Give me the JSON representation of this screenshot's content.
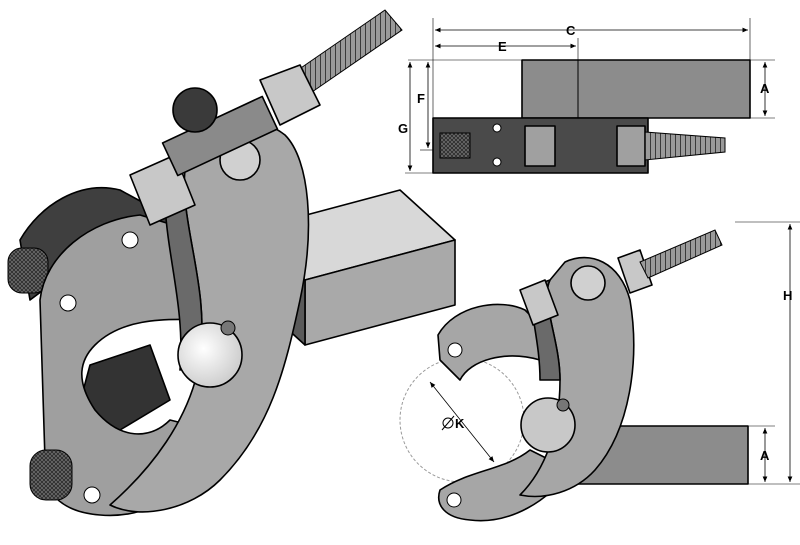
{
  "dimensions": {
    "A_top": "A",
    "A_bottom": "A",
    "C": "C",
    "E": "E",
    "F": "F",
    "G": "G",
    "H": "H",
    "K": "K"
  },
  "colors": {
    "metal_light": "#a6a6a6",
    "metal_mid": "#8c8c8c",
    "metal_dark": "#3a3a3a",
    "highlight": "#e6e6e6"
  }
}
